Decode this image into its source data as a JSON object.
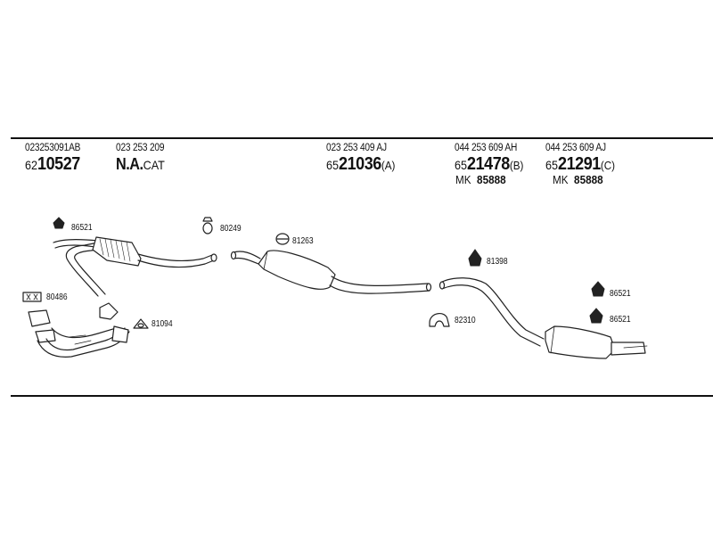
{
  "columns": [
    {
      "oe": "023253091AB",
      "prefix": "62",
      "number": "10527",
      "suffix": "",
      "mk_prefix": "",
      "mk": ""
    },
    {
      "oe": "023 253 209",
      "prefix": "",
      "number": "N.A.",
      "suffix": "CAT",
      "mk_prefix": "",
      "mk": ""
    },
    {
      "oe": "023 253 409 AJ",
      "prefix": "65",
      "number": "21036",
      "suffix": "(A)",
      "mk_prefix": "",
      "mk": ""
    },
    {
      "oe": "044 253 609 AH",
      "prefix": "65",
      "number": "21478",
      "suffix": "(B)",
      "mk_prefix": "MK",
      "mk": "85888"
    },
    {
      "oe": "044 253 609 AJ",
      "prefix": "65",
      "number": "21291",
      "suffix": "(C)",
      "mk_prefix": "MK",
      "mk": "85888"
    }
  ],
  "part_labels": {
    "hanger_front": "86521",
    "gasket": "80486",
    "seal_ring": "81094",
    "clamp_front": "80249",
    "clamp_mid": "81263",
    "hanger_mid": "81398",
    "clamp_rear": "82310",
    "hanger_rear_1": "86521",
    "hanger_rear_2": "86521"
  }
}
